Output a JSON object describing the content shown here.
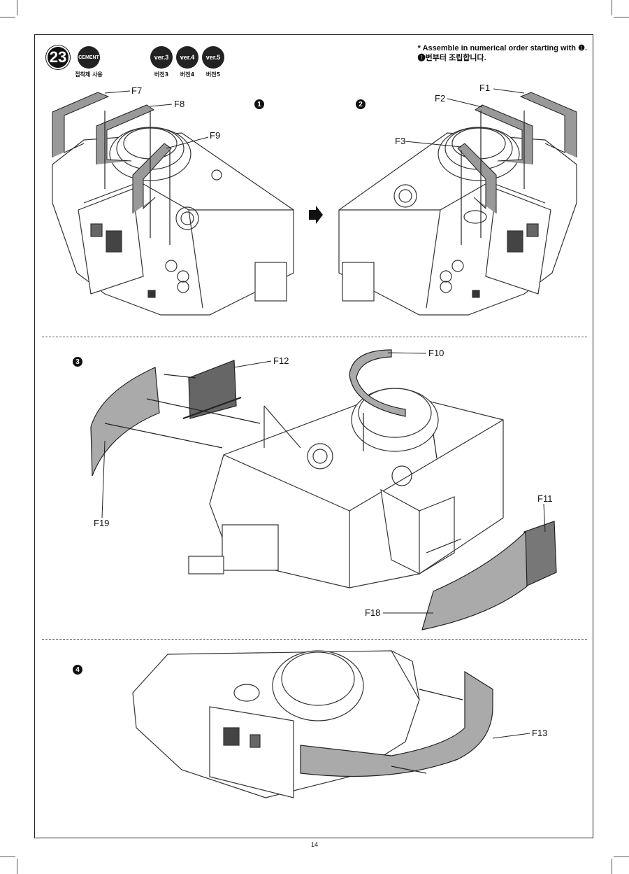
{
  "step": {
    "number": "23"
  },
  "badges": {
    "cement": {
      "label": "CEMENT",
      "caption": "접착제 사용"
    },
    "ver3": {
      "label": "ver.3",
      "caption": "버전3"
    },
    "ver4": {
      "label": "ver.4",
      "caption": "버전4"
    },
    "ver5": {
      "label": "ver.5",
      "caption": "버전5"
    }
  },
  "note": {
    "line1": "* Assemble in numerical order starting with ❶.",
    "line2": "❶번부터 조립합니다."
  },
  "substeps": {
    "s1": "1",
    "s2": "2",
    "s3": "3",
    "s4": "4"
  },
  "parts": {
    "f7": "F7",
    "f8": "F8",
    "f9": "F9",
    "f1": "F1",
    "f2": "F2",
    "f3": "F3",
    "f10": "F10",
    "f11": "F11",
    "f12": "F12",
    "f18": "F18",
    "f19": "F19",
    "f13": "F13"
  },
  "page": {
    "number": "14"
  }
}
